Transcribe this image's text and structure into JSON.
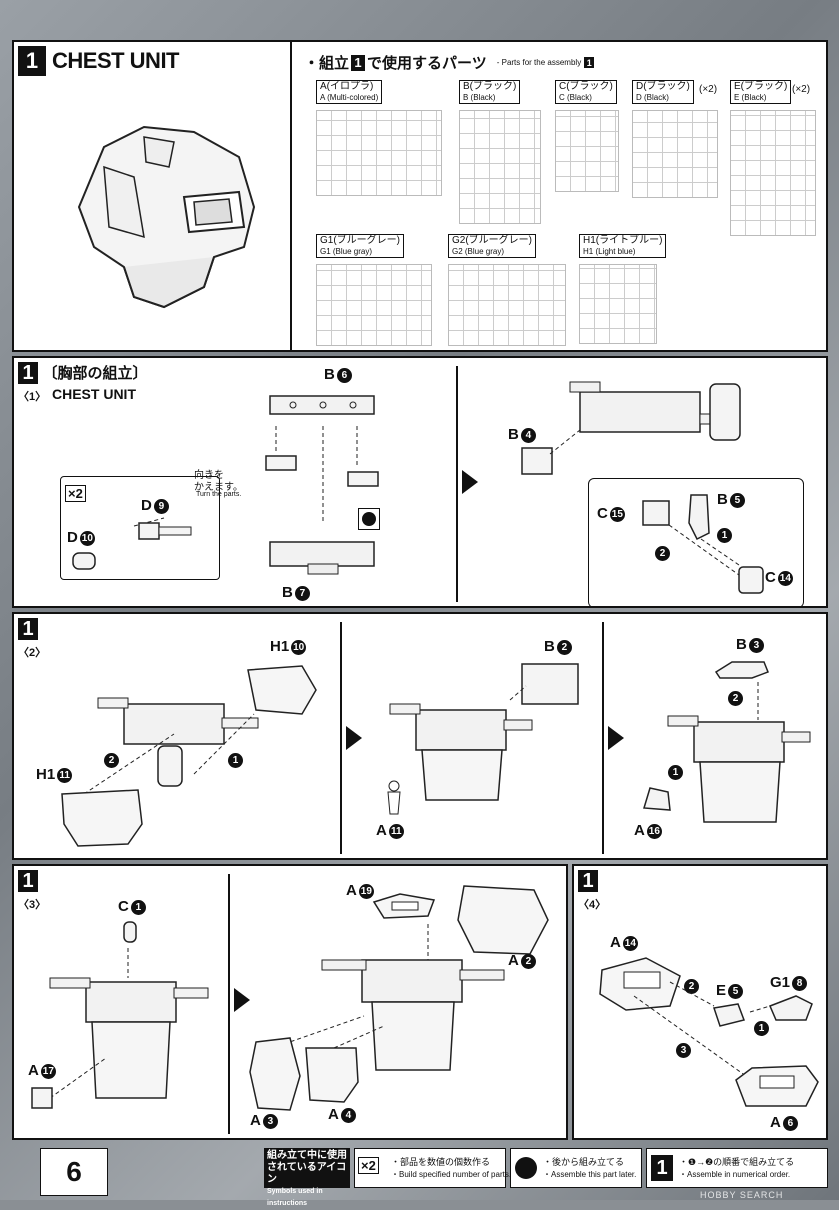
{
  "page_number": "6",
  "watermark": "HOBBY SEARCH",
  "header": {
    "section_num": "1",
    "section_title": "CHEST UNIT",
    "parts_title_prefix": "・組立",
    "parts_title_num": "1",
    "parts_title_suffix": "で使用するパーツ",
    "parts_title_en": "- Parts for the assembly",
    "parts_title_en_num": "1"
  },
  "parts": [
    {
      "jp": "A(イロプラ)",
      "en": "A (Multi-colored)",
      "qty": ""
    },
    {
      "jp": "B(ブラック)",
      "en": "B (Black)",
      "qty": ""
    },
    {
      "jp": "C(ブラック)",
      "en": "C (Black)",
      "qty": ""
    },
    {
      "jp": "D(ブラック)",
      "en": "D (Black)",
      "qty": "(×2)"
    },
    {
      "jp": "E(ブラック)",
      "en": "E (Black)",
      "qty": "(×2)"
    },
    {
      "jp": "G1(ブルーグレー)",
      "en": "G1 (Blue gray)",
      "qty": ""
    },
    {
      "jp": "G2(ブルーグレー)",
      "en": "G2 (Blue gray)",
      "qty": ""
    },
    {
      "jp": "H1(ライトブルー)",
      "en": "H1 (Light blue)",
      "qty": ""
    }
  ],
  "step1": {
    "num": "1",
    "title_jp": "〔胸部の組立〕",
    "sub": "〈1〉",
    "title_en": "CHEST UNIT",
    "note_jp_1": "向きを",
    "note_jp_2": "かえます。",
    "note_en": "Turn the parts.",
    "x2": "×2",
    "labels": {
      "b6": "B",
      "b6n": "6",
      "b7": "B",
      "b7n": "7",
      "d9": "D",
      "d9n": "9",
      "d10": "D",
      "d10n": "10",
      "b4": "B",
      "b4n": "4",
      "c15": "C",
      "c15n": "15",
      "b5": "B",
      "b5n": "5",
      "c14": "C",
      "c14n": "14",
      "o1": "1",
      "o2": "2"
    }
  },
  "step2": {
    "num": "1",
    "sub": "〈2〉",
    "labels": {
      "h110": "H1",
      "h110n": "10",
      "h111": "H1",
      "h111n": "11",
      "b2": "B",
      "b2n": "2",
      "a11": "A",
      "a11n": "11",
      "b3": "B",
      "b3n": "3",
      "a16": "A",
      "a16n": "16",
      "o1": "1",
      "o2": "2"
    }
  },
  "step3": {
    "num": "1",
    "sub": "〈3〉",
    "labels": {
      "c1": "C",
      "c1n": "1",
      "a17": "A",
      "a17n": "17",
      "a19": "A",
      "a19n": "19",
      "a2": "A",
      "a2n": "2",
      "a3": "A",
      "a3n": "3",
      "a4": "A",
      "a4n": "4"
    }
  },
  "step4": {
    "num": "1",
    "sub": "〈4〉",
    "labels": {
      "a14": "A",
      "a14n": "14",
      "e5": "E",
      "e5n": "5",
      "g18": "G1",
      "g18n": "8",
      "a6": "A",
      "a6n": "6",
      "o1": "1",
      "o2": "2",
      "o3": "3"
    }
  },
  "legend": {
    "title_1": "組み立て中に使用",
    "title_2": "されているアイコン",
    "title_en": "Symbols used in instructions",
    "x2": "×2",
    "item1_jp": "・部品を数値の個数作る",
    "item1_en": "・Build specified number of parts.",
    "item2_jp": "・後から組み立てる",
    "item2_en": "・Assemble this part later.",
    "item3_num": "1",
    "item3_jp": "・❶→❷の順番で組み立てる",
    "item3_en": "・Assemble in numerical order."
  }
}
